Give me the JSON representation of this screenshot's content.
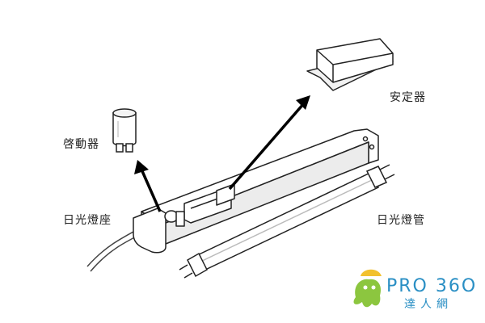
{
  "labels": {
    "ballast": "安定器",
    "starter": "啓動器",
    "lamp_holder": "日光燈座",
    "fluorescent_tube": "日光燈管"
  },
  "logo": {
    "brand": "PRO 36O",
    "subtitle": "達人網"
  },
  "colors": {
    "outline": "#222222",
    "fill": "#ffffff",
    "shade": "#e6e6e6",
    "arrow": "#000000",
    "logo_blue": "#2a8fc4",
    "logo_green": "#8cc63f",
    "logo_yellow": "#f2c12e"
  }
}
